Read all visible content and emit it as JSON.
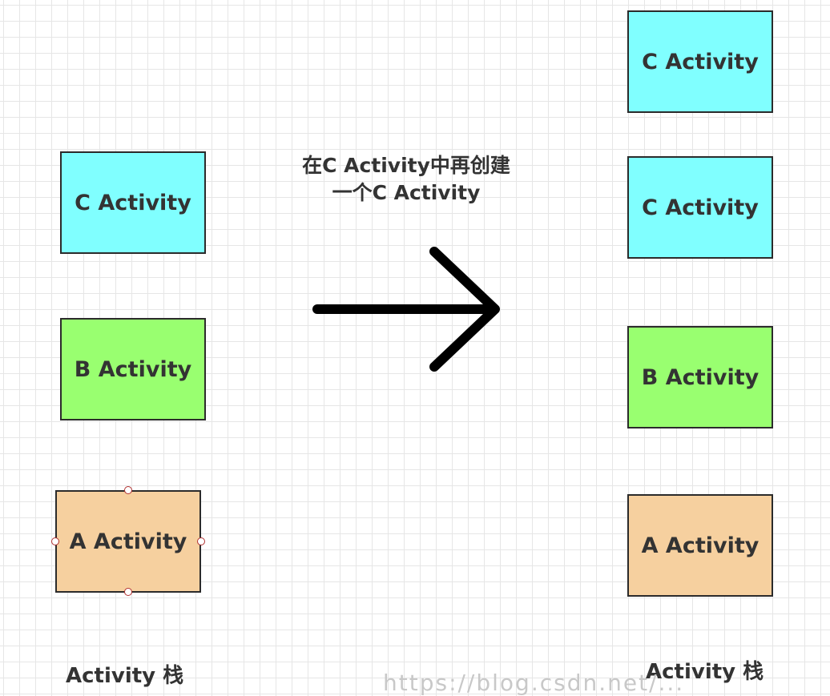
{
  "left_stack": {
    "label": "Activity 栈",
    "boxes": [
      {
        "label": "C Activity",
        "fill": "#80ffff"
      },
      {
        "label": "B Activity",
        "fill": "#99ff70"
      },
      {
        "label": "A Activity",
        "fill": "#f6d09f"
      }
    ]
  },
  "transition": {
    "line1": "在C Activity中再创建",
    "line2": "一个C Activity"
  },
  "right_stack": {
    "label": "Activity 栈",
    "boxes": [
      {
        "label": "C Activity",
        "fill": "#80ffff"
      },
      {
        "label": "C Activity",
        "fill": "#80ffff"
      },
      {
        "label": "B Activity",
        "fill": "#99ff70"
      },
      {
        "label": "A Activity",
        "fill": "#f6d09f"
      }
    ]
  },
  "watermark": "https://blog.csdn.net/..."
}
